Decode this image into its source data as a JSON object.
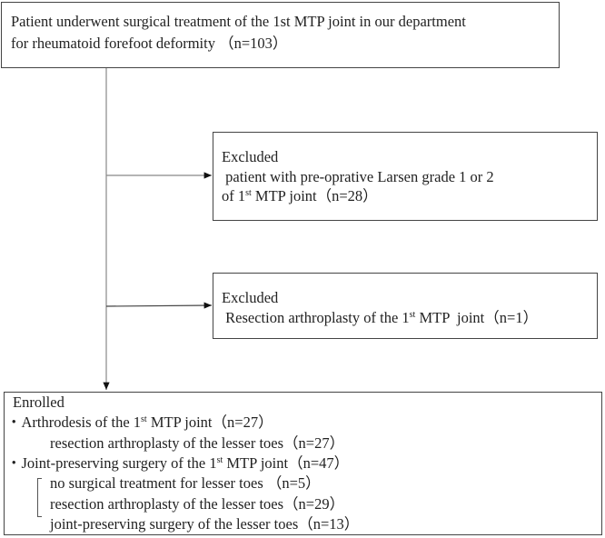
{
  "top_box": {
    "line1": "Patient underwent surgical treatment of the 1st MTP joint in our department",
    "line2": "for rheumatoid forefoot deformity （n=103）"
  },
  "excluded_1": {
    "title": "Excluded",
    "line1": " patient with pre-oprative Larsen grade 1 or 2",
    "line2_pre": "of 1",
    "line2_sup": "st",
    "line2_post": " MTP joint（n=28）"
  },
  "excluded_2": {
    "title": "Excluded",
    "line1_pre": " Resection arthroplasty of the 1",
    "line1_sup": "st",
    "line1_post": " MTP  joint（n=1）"
  },
  "enrolled": {
    "title": "Enrolled",
    "group1": {
      "pre": "・Arthrodesis of the 1",
      "sup": "st",
      "post": " MTP joint（n=27）",
      "sub": "resection arthroplasty of the lesser toes（n=27）"
    },
    "group2": {
      "pre": "・Joint-preserving surgery of the 1",
      "sup": "st",
      "post": " MTP joint（n=47）",
      "subs": [
        "no surgical treatment for lesser toes （n=5）",
        "resection arthroplasty of the lesser toes（n=29）",
        "joint-preserving surgery of the lesser toes（n=13）"
      ]
    }
  }
}
